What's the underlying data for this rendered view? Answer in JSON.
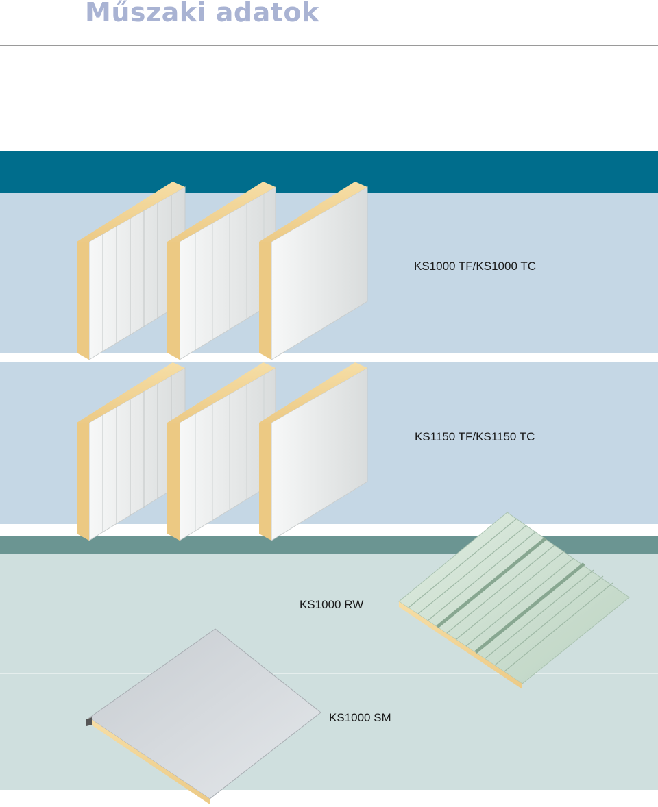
{
  "page": {
    "title": "Műszaki adatok"
  },
  "sections": [
    {
      "label": "KS1000 TF/KS1000 TC"
    },
    {
      "label": "KS1150 TF/KS1150 TC"
    },
    {
      "label": "KS1000 RW"
    },
    {
      "label": "KS1000 SM"
    }
  ],
  "colors": {
    "title": "#a9b3d3",
    "header_bar": "#006d8c",
    "wall_band": "#c5d7e5",
    "roof_bar": "#6b9592",
    "roof_band": "#cfdfde",
    "foam_core": "#f2d59a",
    "metal_skin": "#f1f3f3"
  }
}
